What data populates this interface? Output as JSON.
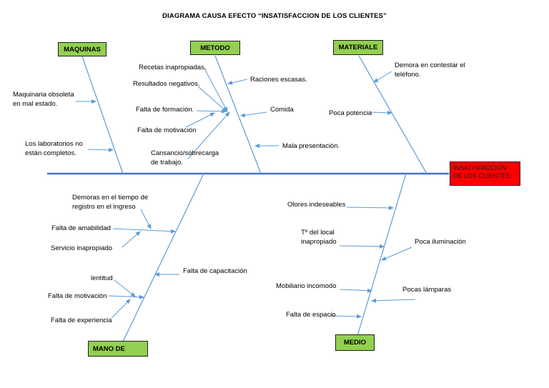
{
  "title": "DIAGRAMA CAUSA EFECTO “INSATISFACCION DE LOS CLIENTES”",
  "effect": "INSATISFACCION DE LOS CLIENTES",
  "colors": {
    "category_box": "#92d050",
    "effect_box": "#ff0000",
    "spine": "#4472c4",
    "bone": "#5b9bd5"
  },
  "categories": {
    "maquinas": "MAQUINAS",
    "metodo": "METODO",
    "materiale": "MATERIALE",
    "mano_de": "MANO DE",
    "medio": "MEDIO"
  },
  "causes": {
    "maquinas": [
      "Maquinaria obsoleta en mal estado.",
      "Los laboratorios no están completos."
    ],
    "metodo": [
      "Recetas inapropiadas.",
      "Resultados negativos.",
      "Raciones escasas.",
      "Falta de formación.",
      "Comida",
      "Falta de motivación",
      "Cansancio/sobrecarga de trabajo.",
      "Mala presentación."
    ],
    "materiale": [
      "Demora en contestar el teléfono.",
      "Poca potencia"
    ],
    "mano_de": [
      "Demoras en el tiempo de registro en el ingreso",
      "Falta de amabilidad",
      "Servicio inapropiado",
      "Falta de capacitación",
      "lentitud",
      "Falta de motivación",
      "Falta de experiencia"
    ],
    "medio": [
      "Olores indeseables",
      "Tº del local inapropiado",
      "Poca iluminación",
      "Mobiliario incomodo",
      "Pocas lámparas",
      "Falta de espacio"
    ]
  }
}
